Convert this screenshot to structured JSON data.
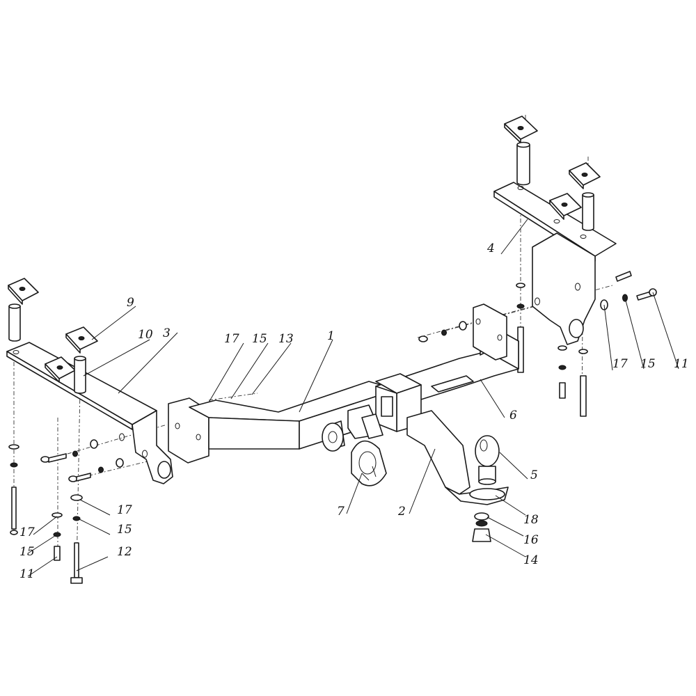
{
  "diagram": {
    "labels": {
      "p1": "1",
      "p2": "2",
      "p3": "3",
      "p4": "4",
      "p5": "5",
      "p6": "6",
      "p7": "7",
      "p9": "9",
      "p10": "10",
      "p11_left": "11",
      "p11_right": "11",
      "p12": "12",
      "p13": "13",
      "p14": "14",
      "p15_top": "15",
      "p15_left": "15",
      "p15_mid": "15",
      "p15_right": "15",
      "p16": "16",
      "p17_top": "17",
      "p17_left": "17",
      "p17_mid": "17",
      "p17_right": "17",
      "p18": "18"
    }
  }
}
